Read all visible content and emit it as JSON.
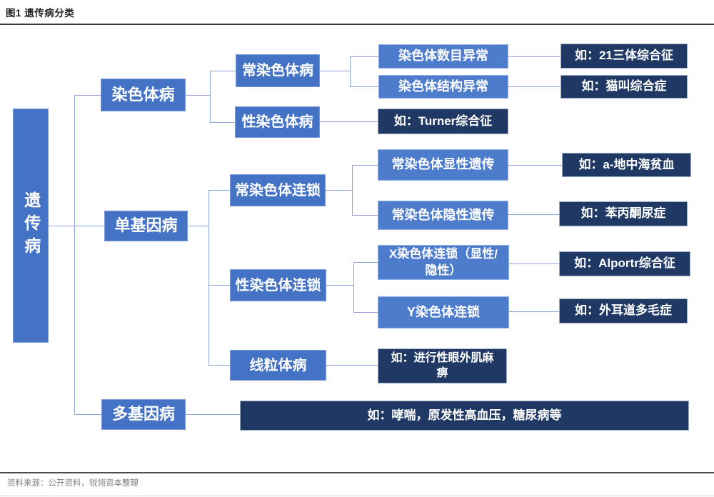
{
  "title": "图1 遗传病分类",
  "footer": {
    "source_text": "资料来源：公开资料，锐翎资本整理"
  },
  "colors": {
    "blue": "#4472c4",
    "blue_border": "#7d9bd8",
    "blue_light": "#4e7ccd",
    "blue_light_border": "#8fb0e8",
    "dark": "#1f3864",
    "dark_border": "#9aabc9",
    "line": "#8ea4d2"
  },
  "nodes": {
    "root": "遗传病",
    "chromosome": "染色体病",
    "monogenic": "单基因病",
    "polygenic": "多基因病",
    "autosome_disease": "常染色体病",
    "sex_chromosome_disease": "性染色体病",
    "autosome_linked": "常染色体连锁",
    "sex_linked": "性染色体连锁",
    "mitochondrial": "线粒体病",
    "number_abnormal": "染色体数目异常",
    "structure_abnormal": "染色体结构异常",
    "autosomal_dominant": "常染色体显性遗传",
    "autosomal_recessive": "常染色体隐性遗传",
    "x_linked": "X染色体连锁（显性/隐性）",
    "y_linked": "Y染色体连锁",
    "ex_trisomy21": "如：21三体综合征",
    "ex_cat_cry": "如：猫叫综合症",
    "ex_turner": "如：Turner综合征",
    "ex_thalassemia": "如：a-地中海贫血",
    "ex_pku": "如：苯丙酮尿症",
    "ex_alport": "如：Alportr综合征",
    "ex_hairy_ear": "如：外耳道多毛症",
    "ex_ophthalmoplegia": "如：进行性眼外肌麻痹",
    "ex_polygenic": "如：哮喘，原发性高血压，糖尿病等"
  }
}
